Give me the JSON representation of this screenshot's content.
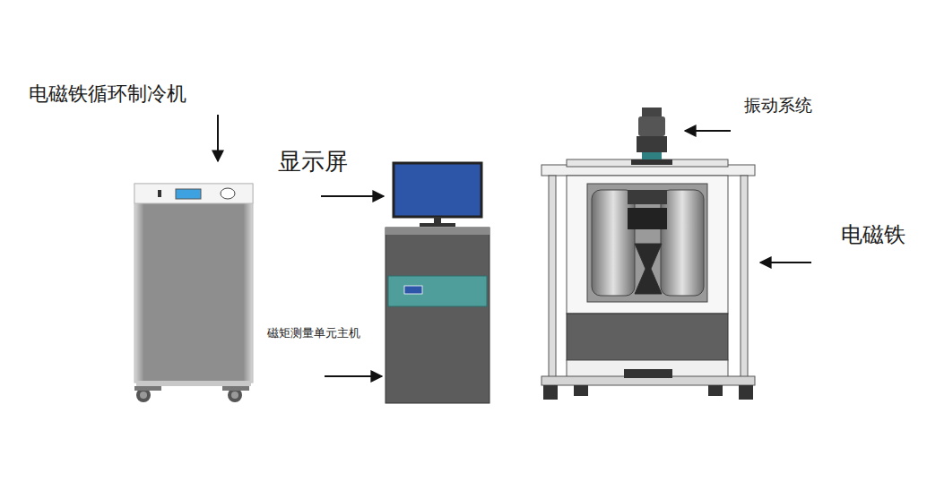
{
  "diagram": {
    "labels": [
      "电磁铁循环制冷机",
      "显示屏",
      "磁矩测量单元主机",
      "振动系统",
      "电磁铁"
    ]
  }
}
